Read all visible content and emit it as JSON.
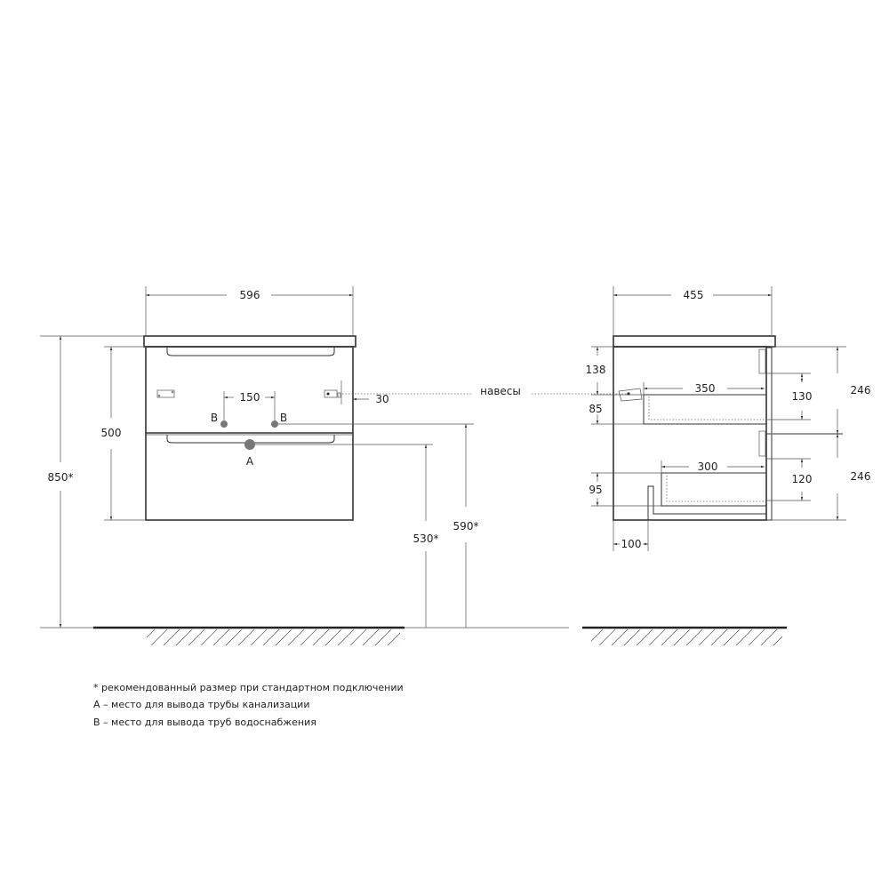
{
  "front_view": {
    "width": "596",
    "body_height": "500",
    "total_height": "850*",
    "pipe_spacing": "150",
    "hinge_offset": "30",
    "supply_label_left": "B",
    "supply_label_right": "B",
    "drain_label": "A",
    "drain_height": "530*",
    "supply_height": "590*"
  },
  "hinges_label": "навесы",
  "side_view": {
    "depth": "455",
    "top_offset": "138",
    "upper_drawer_height": "85",
    "upper_drawer_depth": "350",
    "lower_drawer_depth": "300",
    "lower_drawer_height": "95",
    "back_offset": "100",
    "upper_front_inner": "130",
    "lower_front_inner": "120",
    "upper_front": "246",
    "lower_front": "246"
  },
  "notes": [
    "* рекомендованный размер при стандартном подключении",
    "A – место для вывода трубы канализации",
    "B – место для вывода труб водоснабжения"
  ],
  "colors": {
    "line": "#333333",
    "pipe": "#777777"
  }
}
